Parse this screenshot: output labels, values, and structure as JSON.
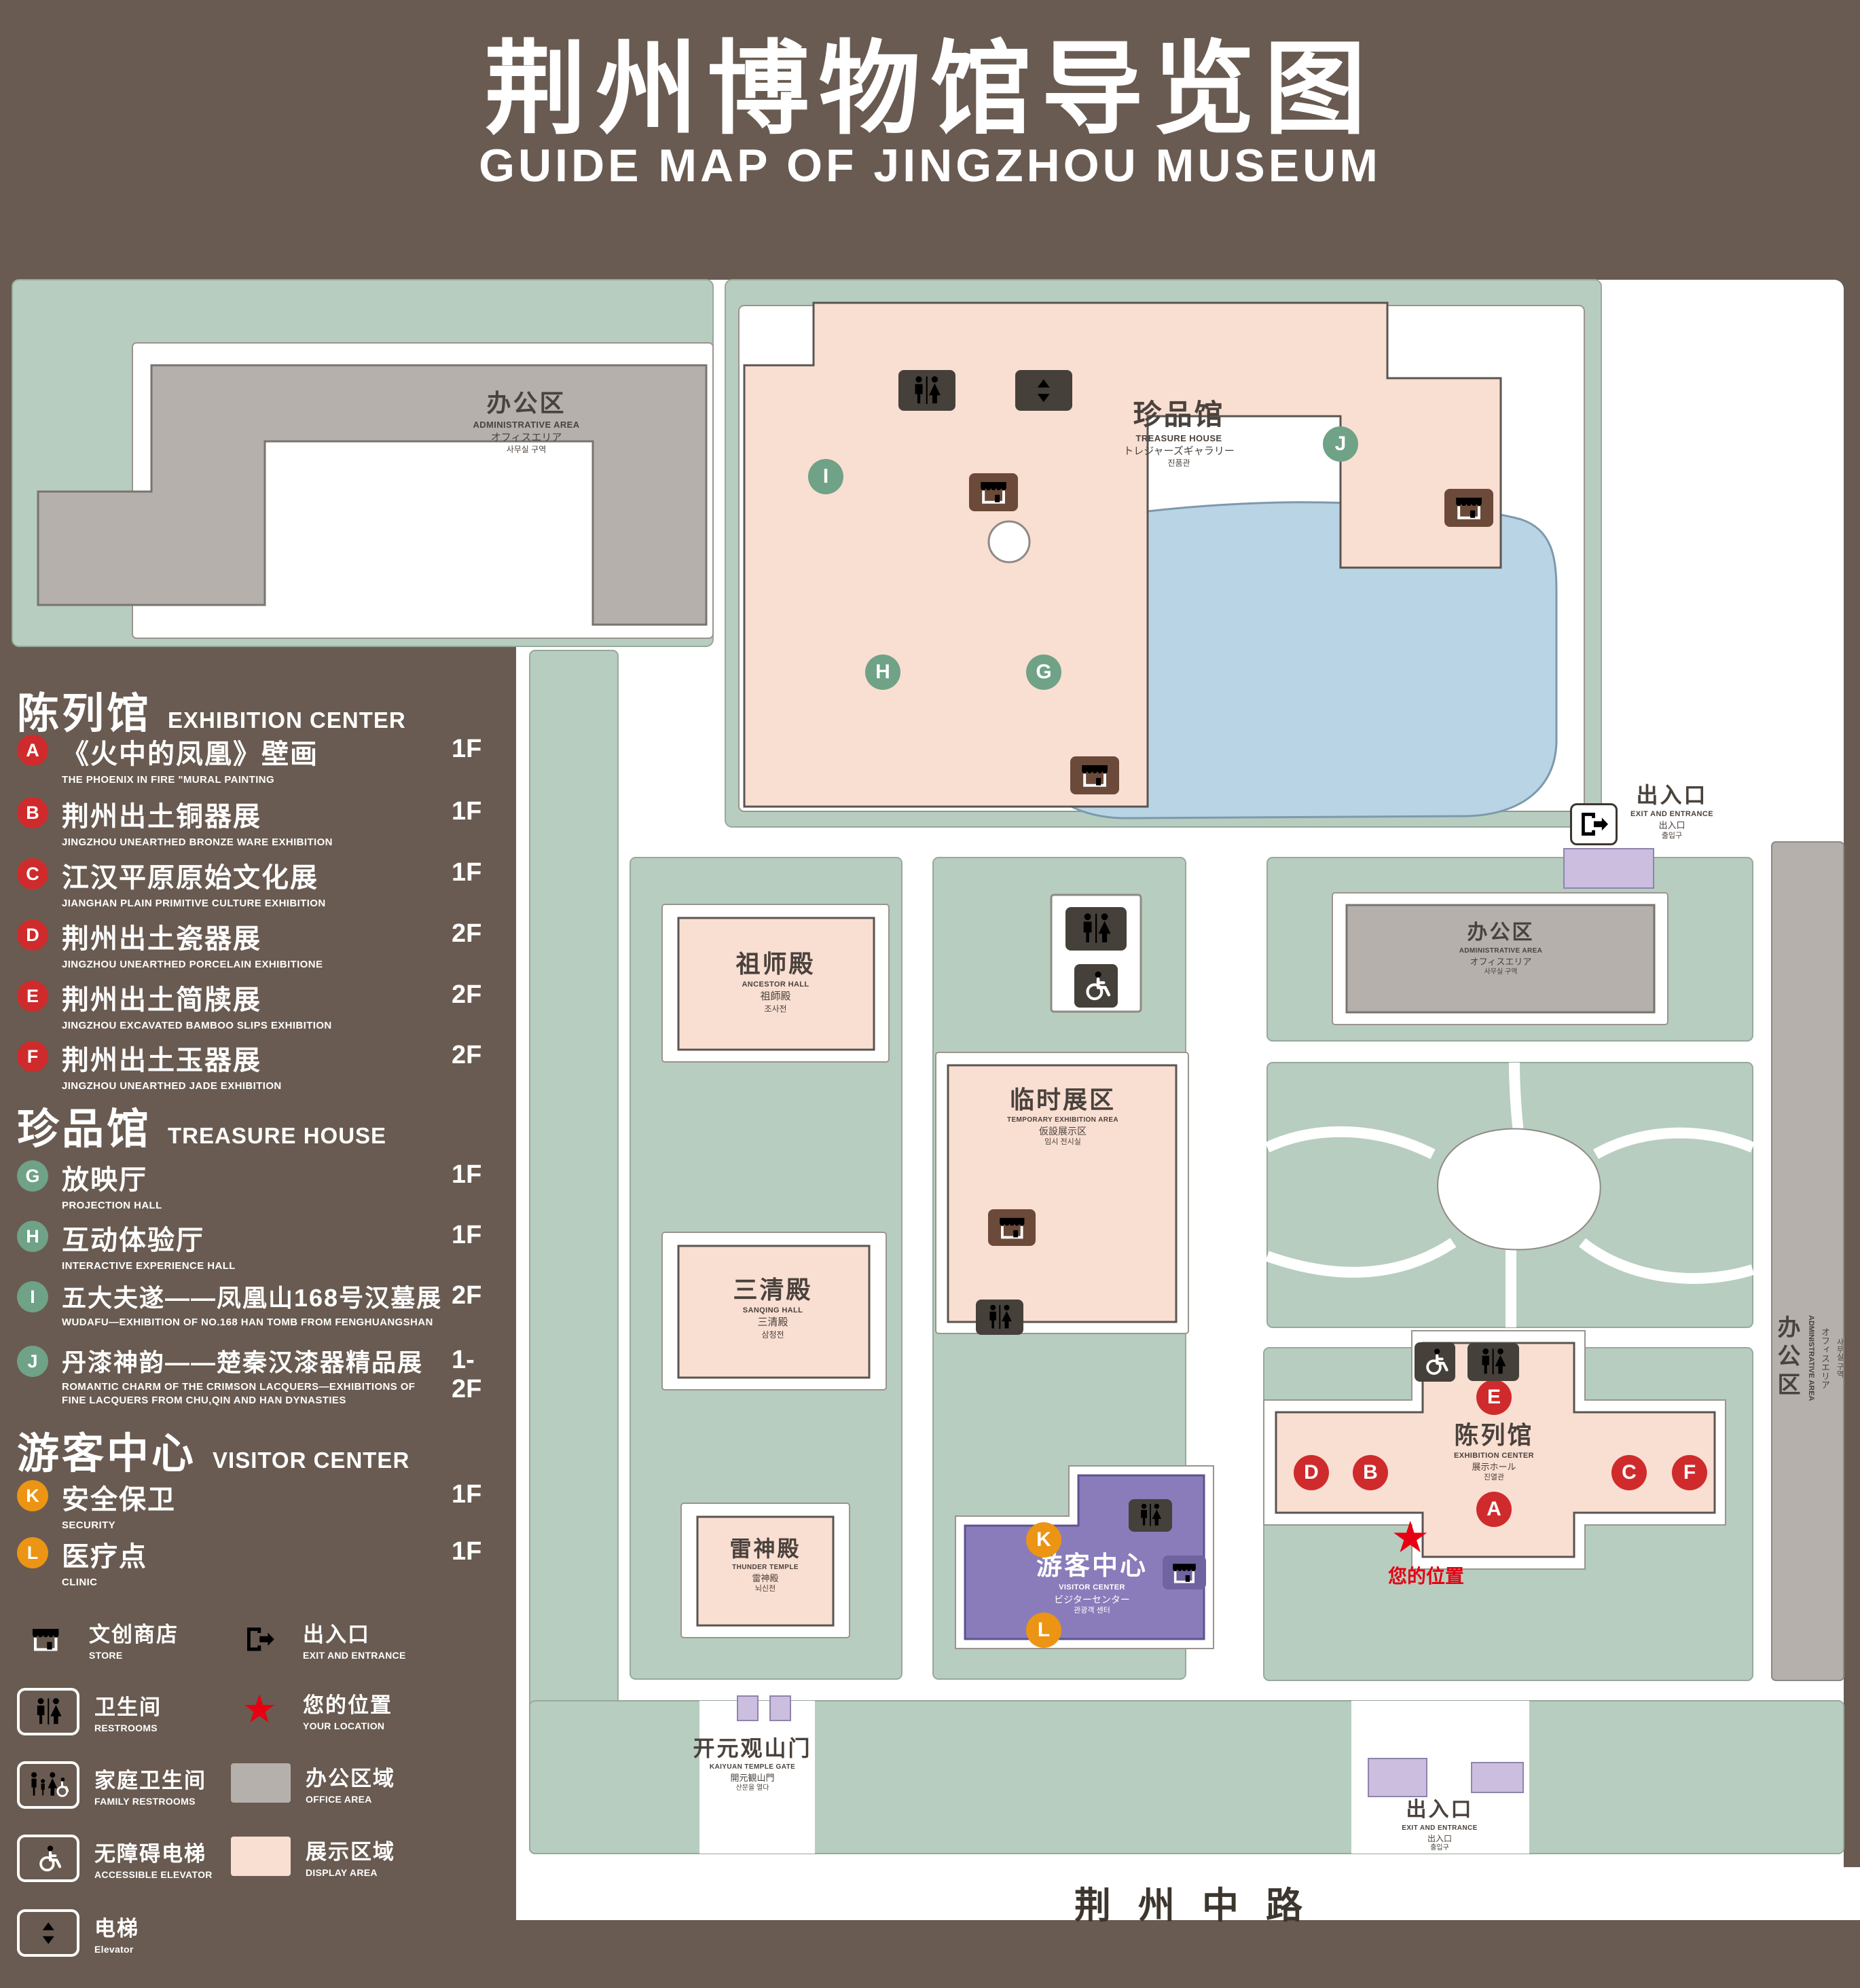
{
  "colors": {
    "background": "#695b51",
    "lawn_green": "#b7cdbf",
    "display_pink": "#f9ded2",
    "office_gray": "#b5b0ac",
    "pond_blue": "#b9d4e4",
    "visitor_purple": "#8a7cba",
    "entrance_lilac": "#cbbedf",
    "marker_red": "#cf2b2c",
    "marker_green": "#6fa287",
    "marker_orange": "#ec9413",
    "location_red": "#e60012"
  },
  "header": {
    "title": "荆州博物馆导览图",
    "subtitle": "GUIDE MAP OF JINGZHOU MUSEUM"
  },
  "legend": {
    "sections": [
      {
        "heading_zh": "陈列馆",
        "heading_en": "EXHIBITION CENTER",
        "items": [
          {
            "letter": "A",
            "zh": "《火中的凤凰》壁画",
            "en": "THE PHOENIX IN FIRE \"MURAL PAINTING",
            "floor": "1F"
          },
          {
            "letter": "B",
            "zh": "荆州出土铜器展",
            "en": "JINGZHOU UNEARTHED BRONZE WARE EXHIBITION",
            "floor": "1F"
          },
          {
            "letter": "C",
            "zh": "江汉平原原始文化展",
            "en": "JIANGHAN PLAIN PRIMITIVE CULTURE EXHIBITION",
            "floor": "1F"
          },
          {
            "letter": "D",
            "zh": "荆州出土瓷器展",
            "en": "JINGZHOU UNEARTHED PORCELAIN EXHIBITIONE",
            "floor": "2F"
          },
          {
            "letter": "E",
            "zh": "荆州出土简牍展",
            "en": "JINGZHOU EXCAVATED BAMBOO SLIPS EXHIBITION",
            "floor": "2F"
          },
          {
            "letter": "F",
            "zh": "荆州出土玉器展",
            "en": "JINGZHOU UNEARTHED JADE EXHIBITION",
            "floor": "2F"
          }
        ]
      },
      {
        "heading_zh": "珍品馆",
        "heading_en": "TREASURE HOUSE",
        "items": [
          {
            "letter": "G",
            "zh": "放映厅",
            "en": "PROJECTION HALL",
            "floor": "1F"
          },
          {
            "letter": "H",
            "zh": "互动体验厅",
            "en": "INTERACTIVE EXPERIENCE HALL",
            "floor": "1F"
          },
          {
            "letter": "I",
            "zh": "五大夫遂——凤凰山168号汉墓展",
            "en": "WUDAFU—EXHIBITION OF NO.168 HAN TOMB FROM FENGHUANGSHAN",
            "floor": "2F"
          },
          {
            "letter": "J",
            "zh": "丹漆神韵——楚秦汉漆器精品展",
            "en": "ROMANTIC CHARM OF THE CRIMSON LACQUERS—EXHIBITIONS OF FINE LACQUERS FROM CHU,QIN AND HAN DYNASTIES",
            "floor": "1-2F"
          }
        ]
      },
      {
        "heading_zh": "游客中心",
        "heading_en": "VISITOR CENTER",
        "items": [
          {
            "letter": "K",
            "zh": "安全保卫",
            "en": "SECURITY",
            "floor": "1F"
          },
          {
            "letter": "L",
            "zh": "医疗点",
            "en": "CLINIC",
            "floor": "1F"
          }
        ]
      }
    ],
    "symbols": {
      "store": {
        "zh": "文创商店",
        "en": "STORE"
      },
      "exit": {
        "zh": "出入口",
        "en": "EXIT AND ENTRANCE"
      },
      "restrooms": {
        "zh": "卫生间",
        "en": "RESTROOMS"
      },
      "location": {
        "zh": "您的位置",
        "en": "YOUR LOCATION"
      },
      "family": {
        "zh": "家庭卫生间",
        "en": "FAMILY RESTROOMS"
      },
      "office": {
        "zh": "办公区域",
        "en": "OFFICE AREA"
      },
      "accessible": {
        "zh": "无障碍电梯",
        "en": "ACCESSIBLE ELEVATOR"
      },
      "display": {
        "zh": "展示区域",
        "en": "DISPLAY AREA"
      },
      "elevator": {
        "zh": "电梯",
        "en": "Elevator"
      }
    }
  },
  "map": {
    "labels": {
      "admin_tl": {
        "zh": "办公区",
        "en": "ADMINISTRATIVE AREA",
        "jp": "オフィスエリア",
        "kr": "사무실 구역"
      },
      "treasure": {
        "zh": "珍品馆",
        "en": "TREASURE HOUSE",
        "jp": "トレジャーズギャラリー",
        "kr": "진품관"
      },
      "exit_right": {
        "zh": "出入口",
        "en": "EXIT AND ENTRANCE",
        "jp": "出入口",
        "kr": "출입구"
      },
      "ancestor": {
        "zh": "祖师殿",
        "en": "ANCESTOR HALL",
        "jp": "祖師殿",
        "kr": "조사전"
      },
      "temporary": {
        "zh": "临时展区",
        "en": "TEMPORARY EXHIBITION AREA",
        "jp": "仮設展示区",
        "kr": "임시 전시실"
      },
      "admin_mid": {
        "zh": "办公区",
        "en": "ADMINISTRATIVE AREA",
        "jp": "オフィスエリア",
        "kr": "사무실 구역"
      },
      "admin_right": {
        "zh": "办公区",
        "en": "ADMINISTRATIVE AREA",
        "jp": "オフィスエリア",
        "kr": "사무실 구역"
      },
      "sanqing": {
        "zh": "三清殿",
        "en": "SANQING HALL",
        "jp": "三清殿",
        "kr": "삼청전"
      },
      "thunder": {
        "zh": "雷神殿",
        "en": "THUNDER TEMPLE",
        "jp": "雷神殿",
        "kr": "뇌신전"
      },
      "visitor": {
        "zh": "游客中心",
        "en": "VISITOR CENTER",
        "jp": "ビジターセンター",
        "kr": "관광객 센터"
      },
      "exhibition": {
        "zh": "陈列馆",
        "en": "EXHIBITION CENTER",
        "jp": "展示ホール",
        "kr": "진열관"
      },
      "your_location": "您的位置",
      "gate": {
        "zh": "开元观山门",
        "en": "KAIYUAN TEMPLE GATE",
        "jp": "開元観山門",
        "kr": "산문을 열다"
      },
      "exit_bottom": {
        "zh": "出入口",
        "en": "EXIT AND ENTRANCE",
        "jp": "出入口",
        "kr": "출입구"
      },
      "road": "荆州中路"
    }
  }
}
